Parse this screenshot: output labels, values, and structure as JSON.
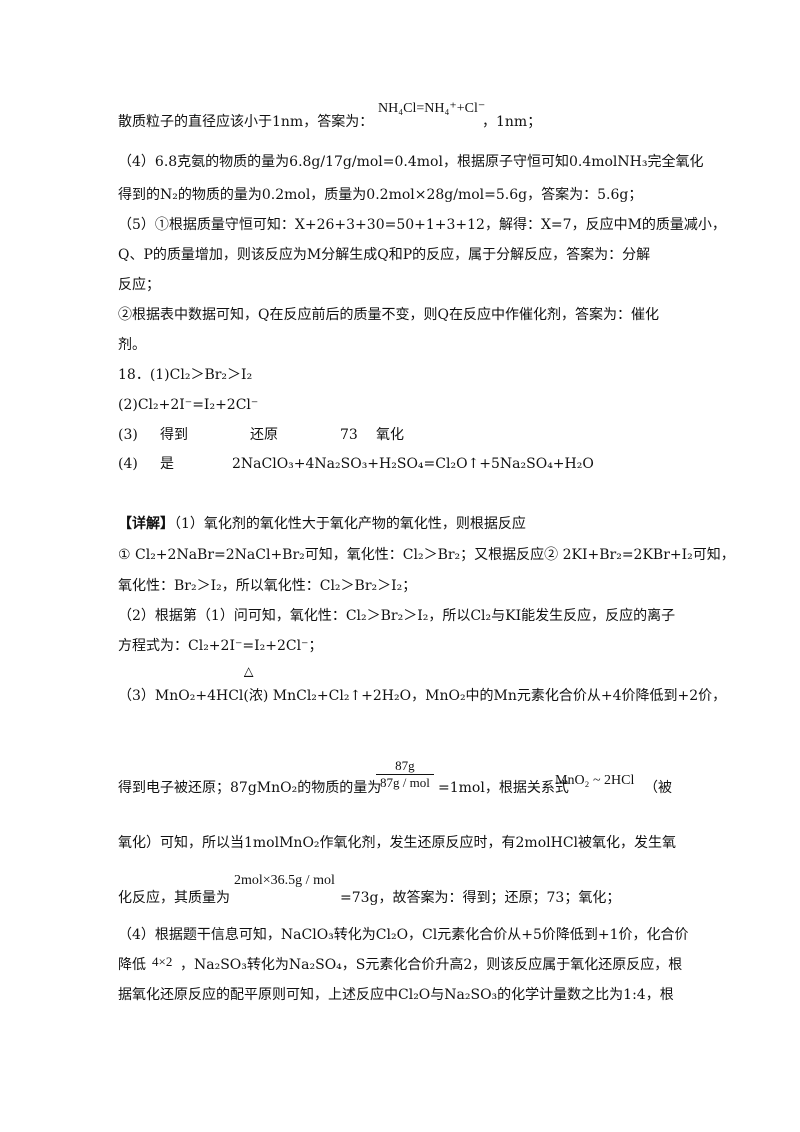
{
  "l1a": "散质粒子的直径应该小于1nm，答案为：",
  "l1_eq": "NH₄Cl=NH₄⁺+Cl⁻",
  "l1b": "，1nm；",
  "l2": "（4）6.8克氨的物质的量为6.8g/17g/mol=0.4mol，根据原子守恒可知0.4molNH₃完全氧化",
  "l3": "得到的N₂的物质的量为0.2mol，质量为0.2mol×28g/mol=5.6g，答案为：5.6g；",
  "l4": "（5）①根据质量守恒可知：X+26+3+30=50+1+3+12，解得：X=7，反应中M的质量减小，",
  "l5": "Q、P的质量增加，则该反应为M分解生成Q和P的反应，属于分解反应，答案为：分解",
  "l6": "反应；",
  "l7": "②根据表中数据可知，Q在反应前后的质量不变，则Q在反应中作催化剂，答案为：催化",
  "l8": "剂。",
  "l9": "18．(1)Cl₂＞Br₂＞I₂",
  "l10": "(2)Cl₂+2I⁻=I₂+2Cl⁻",
  "l11": {
    "n": "(3)",
    "a": "得到",
    "b": "还原",
    "c": "73",
    "d": "氧化"
  },
  "l12": {
    "n": "(4)",
    "a": "是",
    "b": "2NaClO₃+4Na₂SO₃+H₂SO₄=Cl₂O↑+5Na₂SO₄+H₂O"
  },
  "d_title": "【详解】",
  "d1": "（1）氧化剂的氧化性大于氧化产物的氧化性，则根据反应",
  "d2": "① Cl₂+2NaBr=2NaCl+Br₂可知，氧化性：Cl₂＞Br₂；又根据反应② 2KI+Br₂=2KBr+I₂可知，",
  "d3": "氧化性：Br₂＞I₂，所以氧化性：Cl₂＞Br₂＞I₂；",
  "d4": "（2）根据第（1）问可知，氧化性：Cl₂＞Br₂＞I₂，所以Cl₂与KI能发生反应，反应的离子",
  "d5": "方程式为：Cl₂+2I⁻=I₂+2Cl⁻；",
  "d6_sym": "△",
  "d6": "（3）MnO₂+4HCl(浓)   MnCl₂+Cl₂↑+2H₂O，MnO₂中的Mn元素化合价从+4价降低到+2价，",
  "d7a": "得到电子被还原；87gMnO₂的物质的量为",
  "d7_num": "87g",
  "d7_den": "87g / mol",
  "d7b": "=1mol，根据关系式",
  "d7_rel": "MnO₂ ~ 2HCl",
  "d7c": "（被",
  "d8": "氧化）可知，所以当1molMnO₂作氧化剂，发生还原反应时，有2molHCl被氧化，发生氧",
  "d9a": "化反应，其质量为",
  "d9_eq": "2mol×36.5g / mol",
  "d9b": "=73g，故答案为：得到；还原；73；氧化；",
  "d10": "（4）根据题干信息可知，NaClO₃转化为Cl₂O，Cl元素化合价从+5价降低到+1价，化合价",
  "d11a": "降低",
  "d11_eq": "4×2",
  "d11b": "，Na₂SO₃转化为Na₂SO₄，S元素化合价升高2，则该反应属于氧化还原反应，根",
  "d12": "据氧化还原反应的配平原则可知，上述反应中Cl₂O与Na₂SO₃的化学计量数之比为1:4，根"
}
